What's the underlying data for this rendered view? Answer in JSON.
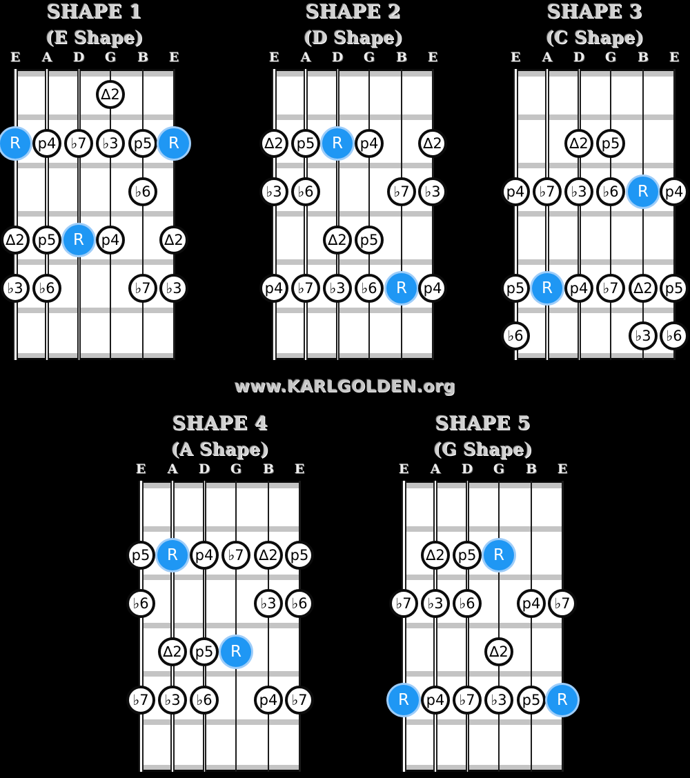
{
  "branding": {
    "website_text": "www.KARLGOLDEN.org"
  },
  "tuning_labels": [
    "E",
    "A",
    "D",
    "G",
    "B",
    "E"
  ],
  "colors": {
    "background": "#000000",
    "board": "#FFFFFF",
    "fret": "#C4C4C4",
    "string": "#1B1B1B",
    "note_border": "#0C0C0C",
    "root_fill": "#1F97F4",
    "root_halo": "#9ECDF9",
    "title": "#D0D0D0",
    "label": "#EDEDED",
    "website": "#C6C6C6"
  },
  "shapes": [
    {
      "title": "SHAPE 1",
      "subtitle": "(E Shape)",
      "notes": [
        {
          "string": 3,
          "row": 1,
          "label": "∆2"
        },
        {
          "string": 0,
          "row": 2,
          "label": "R",
          "root": true
        },
        {
          "string": 1,
          "row": 2,
          "label": "p4"
        },
        {
          "string": 2,
          "row": 2,
          "label": "♭7"
        },
        {
          "string": 3,
          "row": 2,
          "label": "♭3"
        },
        {
          "string": 4,
          "row": 2,
          "label": "p5"
        },
        {
          "string": 5,
          "row": 2,
          "label": "R",
          "root": true
        },
        {
          "string": 4,
          "row": 3,
          "label": "♭6"
        },
        {
          "string": 0,
          "row": 4,
          "label": "∆2"
        },
        {
          "string": 1,
          "row": 4,
          "label": "p5"
        },
        {
          "string": 2,
          "row": 4,
          "label": "R",
          "root": true
        },
        {
          "string": 3,
          "row": 4,
          "label": "p4"
        },
        {
          "string": 5,
          "row": 4,
          "label": "∆2"
        },
        {
          "string": 0,
          "row": 5,
          "label": "♭3"
        },
        {
          "string": 1,
          "row": 5,
          "label": "♭6"
        },
        {
          "string": 4,
          "row": 5,
          "label": "♭7"
        },
        {
          "string": 5,
          "row": 5,
          "label": "♭3"
        }
      ]
    },
    {
      "title": "SHAPE 2",
      "subtitle": "(D Shape)",
      "notes": [
        {
          "string": 0,
          "row": 2,
          "label": "∆2"
        },
        {
          "string": 1,
          "row": 2,
          "label": "p5"
        },
        {
          "string": 2,
          "row": 2,
          "label": "R",
          "root": true
        },
        {
          "string": 3,
          "row": 2,
          "label": "p4"
        },
        {
          "string": 5,
          "row": 2,
          "label": "∆2"
        },
        {
          "string": 0,
          "row": 3,
          "label": "♭3"
        },
        {
          "string": 1,
          "row": 3,
          "label": "♭6"
        },
        {
          "string": 4,
          "row": 3,
          "label": "♭7"
        },
        {
          "string": 5,
          "row": 3,
          "label": "♭3"
        },
        {
          "string": 2,
          "row": 4,
          "label": "∆2"
        },
        {
          "string": 3,
          "row": 4,
          "label": "p5"
        },
        {
          "string": 0,
          "row": 5,
          "label": "p4"
        },
        {
          "string": 1,
          "row": 5,
          "label": "♭7"
        },
        {
          "string": 2,
          "row": 5,
          "label": "♭3"
        },
        {
          "string": 3,
          "row": 5,
          "label": "♭6"
        },
        {
          "string": 4,
          "row": 5,
          "label": "R",
          "root": true
        },
        {
          "string": 5,
          "row": 5,
          "label": "p4"
        }
      ]
    },
    {
      "title": "SHAPE 3",
      "subtitle": "(C Shape)",
      "notes": [
        {
          "string": 2,
          "row": 2,
          "label": "∆2"
        },
        {
          "string": 3,
          "row": 2,
          "label": "p5"
        },
        {
          "string": 0,
          "row": 3,
          "label": "p4"
        },
        {
          "string": 1,
          "row": 3,
          "label": "♭7"
        },
        {
          "string": 2,
          "row": 3,
          "label": "♭3"
        },
        {
          "string": 3,
          "row": 3,
          "label": "♭6"
        },
        {
          "string": 4,
          "row": 3,
          "label": "R",
          "root": true
        },
        {
          "string": 5,
          "row": 3,
          "label": "p4"
        },
        {
          "string": 0,
          "row": 5,
          "label": "p5"
        },
        {
          "string": 1,
          "row": 5,
          "label": "R",
          "root": true
        },
        {
          "string": 2,
          "row": 5,
          "label": "p4"
        },
        {
          "string": 3,
          "row": 5,
          "label": "♭7"
        },
        {
          "string": 4,
          "row": 5,
          "label": "∆2"
        },
        {
          "string": 5,
          "row": 5,
          "label": "p5"
        },
        {
          "string": 0,
          "row": 6,
          "label": "♭6"
        },
        {
          "string": 4,
          "row": 6,
          "label": "♭3"
        },
        {
          "string": 5,
          "row": 6,
          "label": "♭6"
        }
      ]
    },
    {
      "title": "SHAPE 4",
      "subtitle": "(A Shape)",
      "notes": [
        {
          "string": 0,
          "row": 2,
          "label": "p5"
        },
        {
          "string": 1,
          "row": 2,
          "label": "R",
          "root": true
        },
        {
          "string": 2,
          "row": 2,
          "label": "p4"
        },
        {
          "string": 3,
          "row": 2,
          "label": "♭7"
        },
        {
          "string": 4,
          "row": 2,
          "label": "∆2"
        },
        {
          "string": 5,
          "row": 2,
          "label": "p5"
        },
        {
          "string": 0,
          "row": 3,
          "label": "♭6"
        },
        {
          "string": 4,
          "row": 3,
          "label": "♭3"
        },
        {
          "string": 5,
          "row": 3,
          "label": "♭6"
        },
        {
          "string": 1,
          "row": 4,
          "label": "∆2"
        },
        {
          "string": 2,
          "row": 4,
          "label": "p5"
        },
        {
          "string": 3,
          "row": 4,
          "label": "R",
          "root": true
        },
        {
          "string": 0,
          "row": 5,
          "label": "♭7"
        },
        {
          "string": 1,
          "row": 5,
          "label": "♭3"
        },
        {
          "string": 2,
          "row": 5,
          "label": "♭6"
        },
        {
          "string": 4,
          "row": 5,
          "label": "p4"
        },
        {
          "string": 5,
          "row": 5,
          "label": "♭7"
        }
      ]
    },
    {
      "title": "SHAPE 5",
      "subtitle": "(G Shape)",
      "notes": [
        {
          "string": 1,
          "row": 2,
          "label": "∆2"
        },
        {
          "string": 2,
          "row": 2,
          "label": "p5"
        },
        {
          "string": 3,
          "row": 2,
          "label": "R",
          "root": true
        },
        {
          "string": 0,
          "row": 3,
          "label": "♭7"
        },
        {
          "string": 1,
          "row": 3,
          "label": "♭3"
        },
        {
          "string": 2,
          "row": 3,
          "label": "♭6"
        },
        {
          "string": 4,
          "row": 3,
          "label": "p4"
        },
        {
          "string": 5,
          "row": 3,
          "label": "♭7"
        },
        {
          "string": 3,
          "row": 4,
          "label": "∆2"
        },
        {
          "string": 0,
          "row": 5,
          "label": "R",
          "root": true
        },
        {
          "string": 1,
          "row": 5,
          "label": "p4"
        },
        {
          "string": 2,
          "row": 5,
          "label": "♭7"
        },
        {
          "string": 3,
          "row": 5,
          "label": "♭3"
        },
        {
          "string": 4,
          "row": 5,
          "label": "p5"
        },
        {
          "string": 5,
          "row": 5,
          "label": "R",
          "root": true
        }
      ]
    }
  ]
}
